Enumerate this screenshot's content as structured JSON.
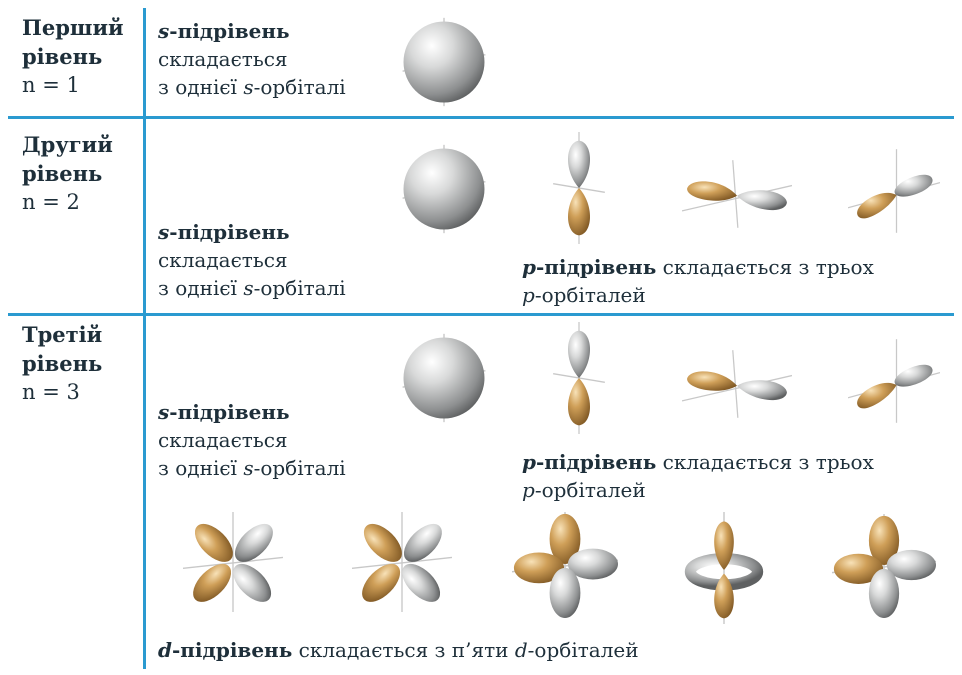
{
  "levels": [
    {
      "title_line1": "Перший",
      "title_line2": "рівень",
      "n_label": "n = 1"
    },
    {
      "title_line1": "Другий",
      "title_line2": "рівень",
      "n_label": "n = 2"
    },
    {
      "title_line1": "Третій",
      "title_line2": "рівень",
      "n_label": "n = 3"
    }
  ],
  "s_sublevel": {
    "letter": "s",
    "title_rest": "-підрівень",
    "line2": "складається",
    "line3_prefix": "з однієї ",
    "line3_letter": "s",
    "line3_suffix": "-орбіталі"
  },
  "p_sublevel": {
    "letter": "p",
    "title_rest": "-підрівень",
    "text_rest": " складається з трьох",
    "line2_letter": "p",
    "line2_suffix": "-орбіталей"
  },
  "d_sublevel": {
    "letter": "d",
    "title_rest": "-підрівень",
    "text_mid": " складається з п’яти ",
    "letter2": "d",
    "suffix": "-орбіталей"
  },
  "colors": {
    "divider": "#2a9ad0",
    "gold_lobe": "#c89a55",
    "silver_lobe": "#cfd0d0"
  },
  "orbital_icons": [
    "s-orbital-icon",
    "p-orbital-icon",
    "d-orbital-icon"
  ]
}
